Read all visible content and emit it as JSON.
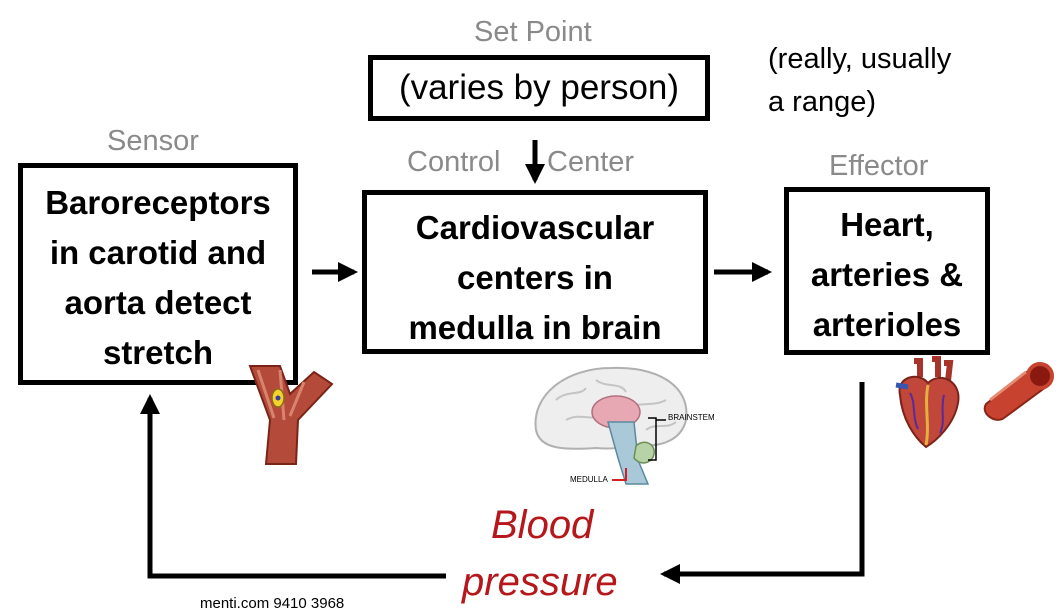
{
  "set_point": {
    "title": "Set Point",
    "text": "(varies by person)"
  },
  "note": "(really, usually\na range)",
  "sensor": {
    "title": "Sensor",
    "text": "Baroreceptors\nin carotid and\naorta detect\nstretch"
  },
  "control_center": {
    "title_left": "Control",
    "title_right": "Center",
    "text": "Cardiovascular\ncenters in\nmedulla in brain"
  },
  "effector": {
    "title": "Effector",
    "text": "Heart,\narteries &\narterioles"
  },
  "blood_pressure": {
    "line1": "Blood",
    "line2": "pressure"
  },
  "brain_labels": {
    "brainstem": "BRAINSTEM",
    "medulla": "MEDULLA"
  },
  "footer": "menti.com 9410 3968",
  "colors": {
    "accent": "#b5171b",
    "caption": "#8a8a8a"
  },
  "icons": [
    "artery-icon",
    "brain-icon",
    "heart-icon",
    "blood-vessel-icon"
  ]
}
